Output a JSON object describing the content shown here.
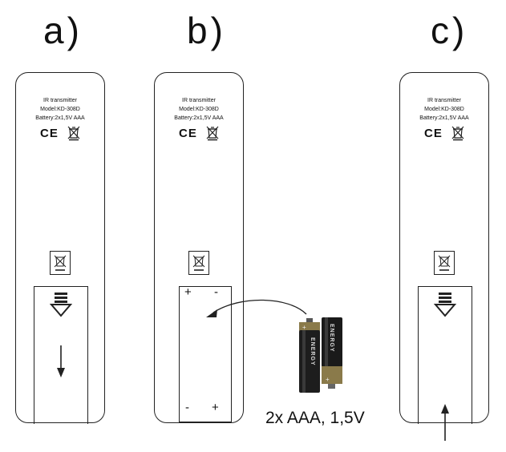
{
  "steps": {
    "a": {
      "label": "a)"
    },
    "b": {
      "label": "b)"
    },
    "c": {
      "label": "c)"
    }
  },
  "remote_label": {
    "line1": "IR transmitter",
    "line2": "Model:KD-308D",
    "line3": "Battery:2x1,5V AAA",
    "ce_mark": "CE"
  },
  "battery_compartment": {
    "plus": "+",
    "minus": "-"
  },
  "batteries": {
    "brand": "ENERGY",
    "caption": "2x AAA, 1,5V"
  }
}
